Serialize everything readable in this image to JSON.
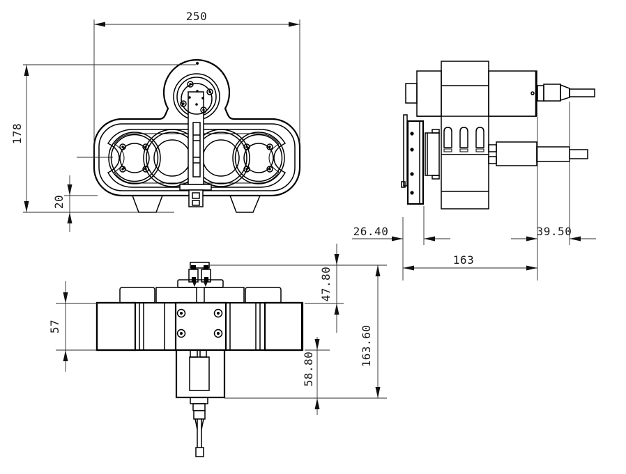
{
  "canvas": {
    "background": "#ffffff",
    "line_color": "#000000",
    "dimension_color": "#1a1a1a"
  },
  "views": {
    "front": {
      "dims": {
        "width": "250",
        "height": "178",
        "foot": "20"
      }
    },
    "side": {
      "dims": {
        "plate": "26.40",
        "connector": "39.50",
        "length": "163"
      }
    },
    "bottom": {
      "dims": {
        "body": "57",
        "upper": "47.80",
        "lower": "58.80",
        "total": "163.60"
      }
    }
  }
}
